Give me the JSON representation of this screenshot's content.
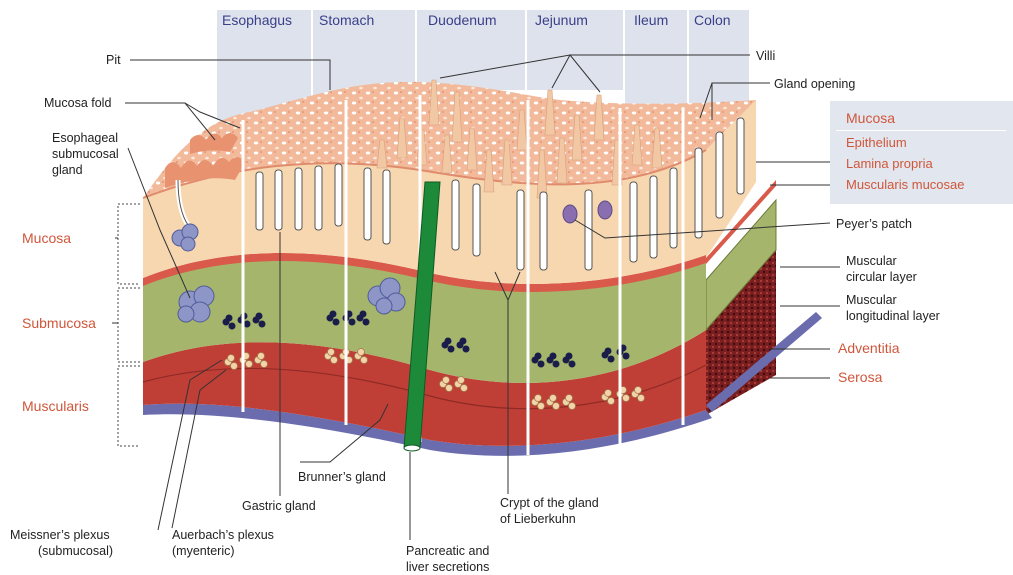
{
  "columns": [
    "Esophagus",
    "Stomach",
    "Duodenum",
    "Jejunum",
    "Ileum",
    "Colon"
  ],
  "labels": {
    "pit": "Pit",
    "villi": "Villi",
    "gland_opening": "Gland opening",
    "mucosa_fold": "Mucosa fold",
    "esophageal_gland": [
      "Esophageal",
      "submucosal",
      "gland"
    ],
    "peyers_patch": "Peyer’s patch",
    "muscular_circular": [
      "Muscular",
      "circular layer"
    ],
    "muscular_longitudinal": [
      "Muscular",
      "longitudinal layer"
    ],
    "brunners_gland": "Brunner’s gland",
    "gastric_gland": "Gastric gland",
    "crypt": [
      "Crypt of the gland",
      "of Lieberkuhn"
    ],
    "meissner": [
      "Meissner’s plexus",
      "(submucosal)"
    ],
    "auerbach": [
      "Auerbach’s plexus",
      "(myenteric)"
    ],
    "pancreatic": [
      "Pancreatic and",
      "liver secretions"
    ]
  },
  "layers": {
    "mucosa": "Mucosa",
    "submucosa": "Submucosa",
    "muscularis": "Muscularis",
    "adventitia": "Adventitia",
    "serosa": "Serosa"
  },
  "mucosa_box": {
    "title": "Mucosa",
    "items": [
      "Epithelium",
      "Lamina propria",
      "Muscularis mucosae"
    ]
  },
  "colors": {
    "header_bg": "#dde2ec",
    "header_text": "#3a3f8a",
    "layer_label": "#d0563a",
    "epithelium": "#f2b99a",
    "lamina": "#f7d7b0",
    "submucosa": "#a5b56b",
    "muscularis": "#bf3f36",
    "serosa": "#6a6cae",
    "duct": "#1d8a3a"
  }
}
